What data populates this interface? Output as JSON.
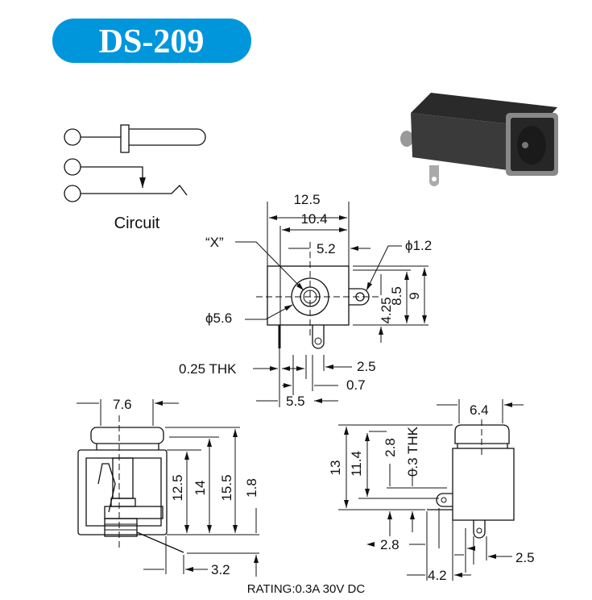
{
  "header": {
    "title": "DS-209",
    "accent_color": "#0096DC"
  },
  "circuit": {
    "label": "Circuit"
  },
  "front_view": {
    "dims": {
      "w_total": "12.5",
      "w_body": "10.4",
      "center": "5.2",
      "hole": "ϕ1.2",
      "x_label": "“X”",
      "bore": "ϕ5.6",
      "h_center": "4.25",
      "h_inner": "8.5",
      "h_total": "9",
      "thk": "0.25 THK",
      "pin_w": "2.5",
      "pin_gap": "0.7",
      "pin_off": "5.5"
    }
  },
  "side_view": {
    "dims": {
      "width": "7.6",
      "h1": "12.5",
      "h2": "14",
      "h3": "15.5",
      "h4": "1.8",
      "pin": "3.2"
    }
  },
  "right_view": {
    "dims": {
      "width": "6.4",
      "h_total": "13",
      "h_mid": "11.4",
      "h_tab": "2.8",
      "thk": "0.3 THK",
      "tab_off": "2.8",
      "pin_off": "4.2",
      "pin_w": "2.5"
    }
  },
  "rating": "RATING:0.3A 30V DC"
}
